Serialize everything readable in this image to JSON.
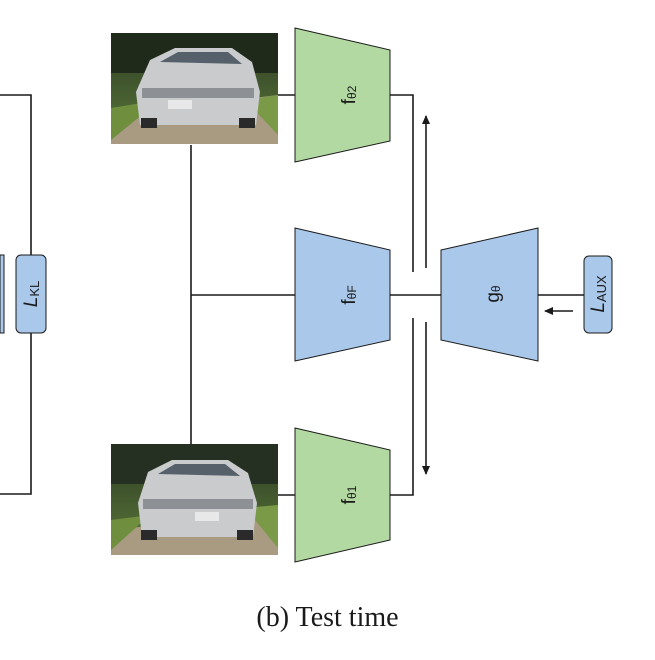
{
  "caption": "(b) Test time",
  "blocks": {
    "f_theta2": {
      "main": "f",
      "sub": "θ2"
    },
    "f_thetaF": {
      "main": "f",
      "sub": "θF"
    },
    "f_theta1": {
      "main": "f",
      "sub": "θ1"
    },
    "g_theta": {
      "main": "g",
      "sub": "θ"
    }
  },
  "losses": {
    "kl": {
      "main": "L",
      "sub": "KL"
    },
    "aux": {
      "main": "L",
      "sub": "AUX"
    }
  },
  "images": {
    "top": "car-photo",
    "bottom": "car-photo"
  },
  "colors": {
    "green": "#b3d9a3",
    "blue": "#a9c8ea",
    "line": "#1a1a1a"
  }
}
